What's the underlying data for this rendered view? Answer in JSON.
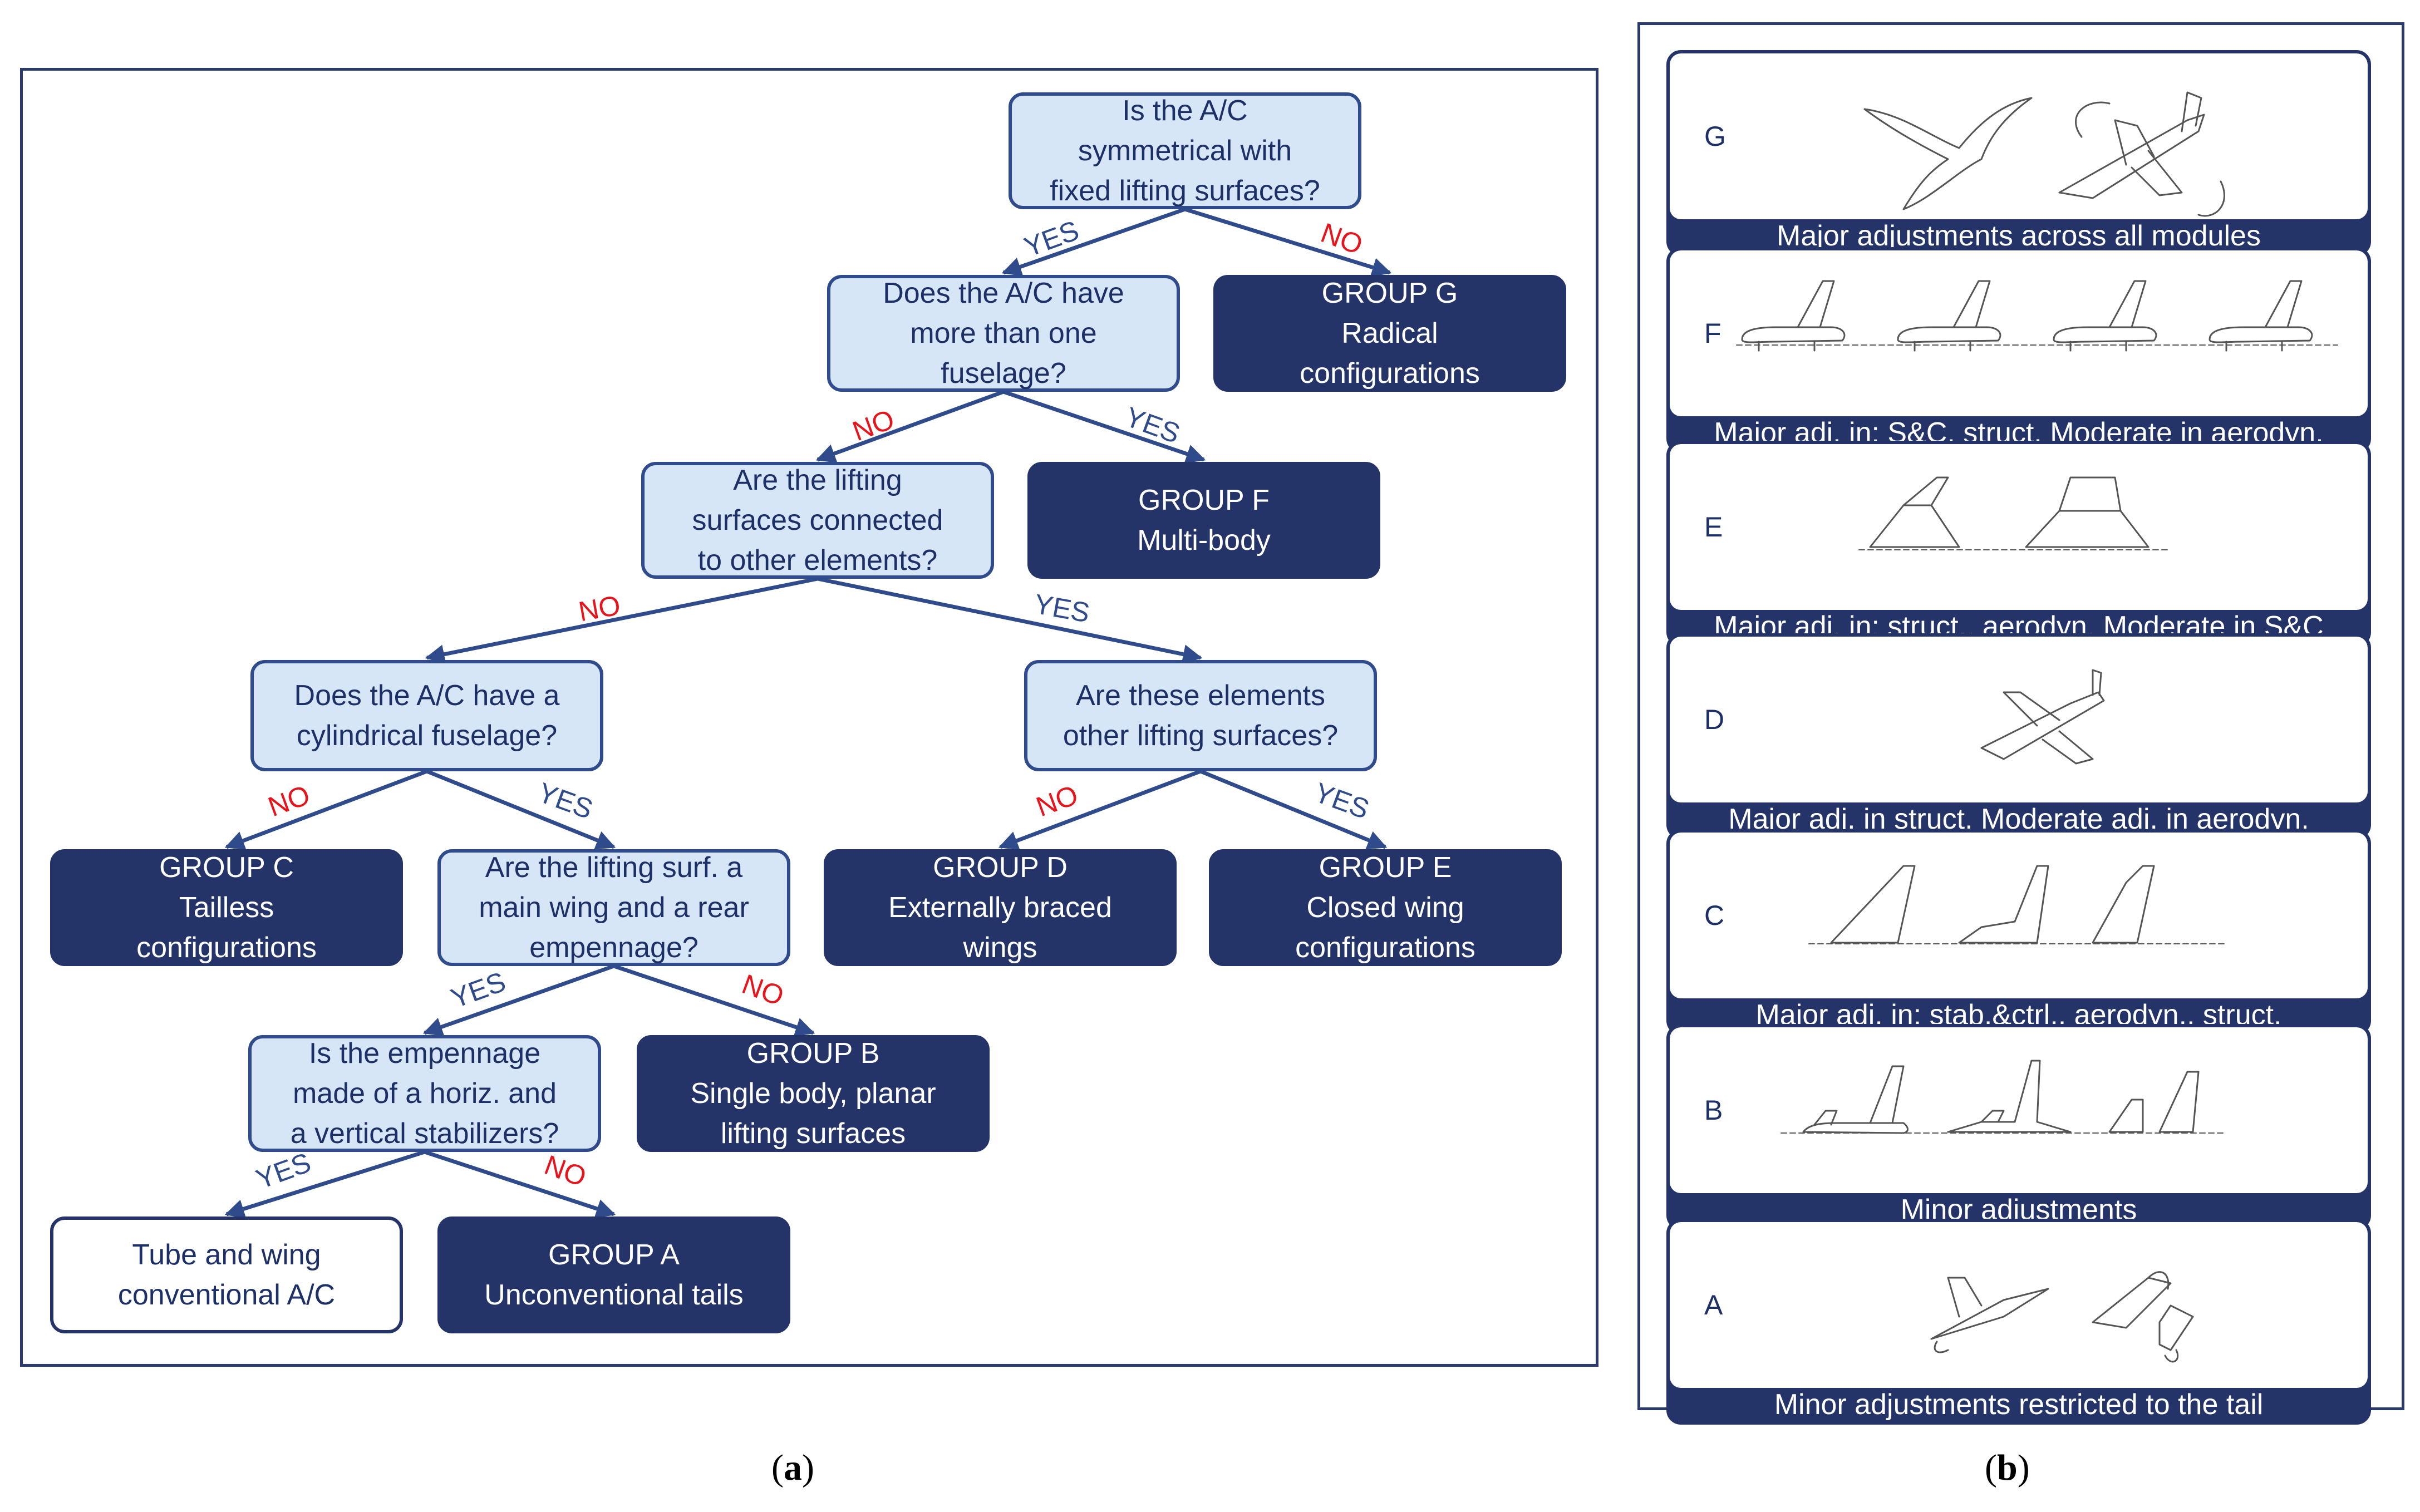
{
  "flowchart": {
    "nodes": {
      "q1": [
        "Is the A/C",
        "symmetrical with",
        "fixed lifting surfaces?"
      ],
      "q2": [
        "Does the A/C have",
        "more than one",
        "fuselage?"
      ],
      "g_g": [
        "GROUP G",
        "Radical",
        "configurations"
      ],
      "q3": [
        "Are the lifting",
        "surfaces connected",
        "to other elements?"
      ],
      "g_f": [
        "GROUP F",
        "Multi-body"
      ],
      "q4": [
        "Does the A/C have a",
        "cylindrical fuselage?"
      ],
      "q5": [
        "Are these elements",
        "other lifting surfaces?"
      ],
      "g_c": [
        "GROUP C",
        "Tailless",
        "configurations"
      ],
      "q6": [
        "Are the lifting surf. a",
        "main wing and a rear",
        "empennage?"
      ],
      "g_d": [
        "GROUP D",
        "Externally braced",
        "wings"
      ],
      "g_e": [
        "GROUP E",
        "Closed wing",
        "configurations"
      ],
      "q7": [
        "Is the empennage",
        "made of a horiz. and",
        "a vertical stabilizers?"
      ],
      "g_b": [
        "GROUP B",
        "Single body, planar",
        "lifting surfaces"
      ],
      "tube": [
        "Tube and wing",
        "conventional A/C"
      ],
      "g_a": [
        "GROUP A",
        "Unconventional tails"
      ]
    },
    "yes_label": "YES",
    "no_label": "NO",
    "yes_color": "#2f4b8c",
    "no_color": "#e8141b"
  },
  "groups_panel": {
    "cards": [
      {
        "letter": "G",
        "caption": "Major adjustments across all modules"
      },
      {
        "letter": "F",
        "caption": "Major adj. in: S&C, struct. Moderate in aerodyn."
      },
      {
        "letter": "E",
        "caption": "Major adj. in: struct., aerodyn. Moderate in S&C"
      },
      {
        "letter": "D",
        "caption": "Major adj. in struct. Moderate adj. in aerodyn."
      },
      {
        "letter": "C",
        "caption": "Major adj. in: stab.&ctrl., aerodyn., struct."
      },
      {
        "letter": "B",
        "caption": "Minor adjustments"
      },
      {
        "letter": "A",
        "caption": "Minor adjustments restricted to the tail"
      }
    ]
  },
  "subfigure_labels": {
    "a": {
      "open": "(",
      "letter": "a",
      "close": ")"
    },
    "b": {
      "open": "(",
      "letter": "b",
      "close": ")"
    }
  },
  "colors": {
    "dark_navy": "#253468",
    "question_fill": "#d6e6f7",
    "question_border": "#2f4b8c",
    "no_red": "#e8141b"
  }
}
